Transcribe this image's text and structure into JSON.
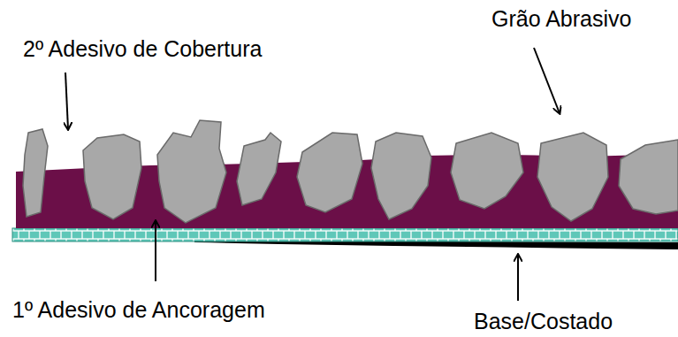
{
  "diagram": {
    "labels": [
      "2º Adesivo de Cobertura",
      "Grão Abrasivo",
      "1º Adesivo de Ancoragem",
      "Base/Costado"
    ]
  }
}
